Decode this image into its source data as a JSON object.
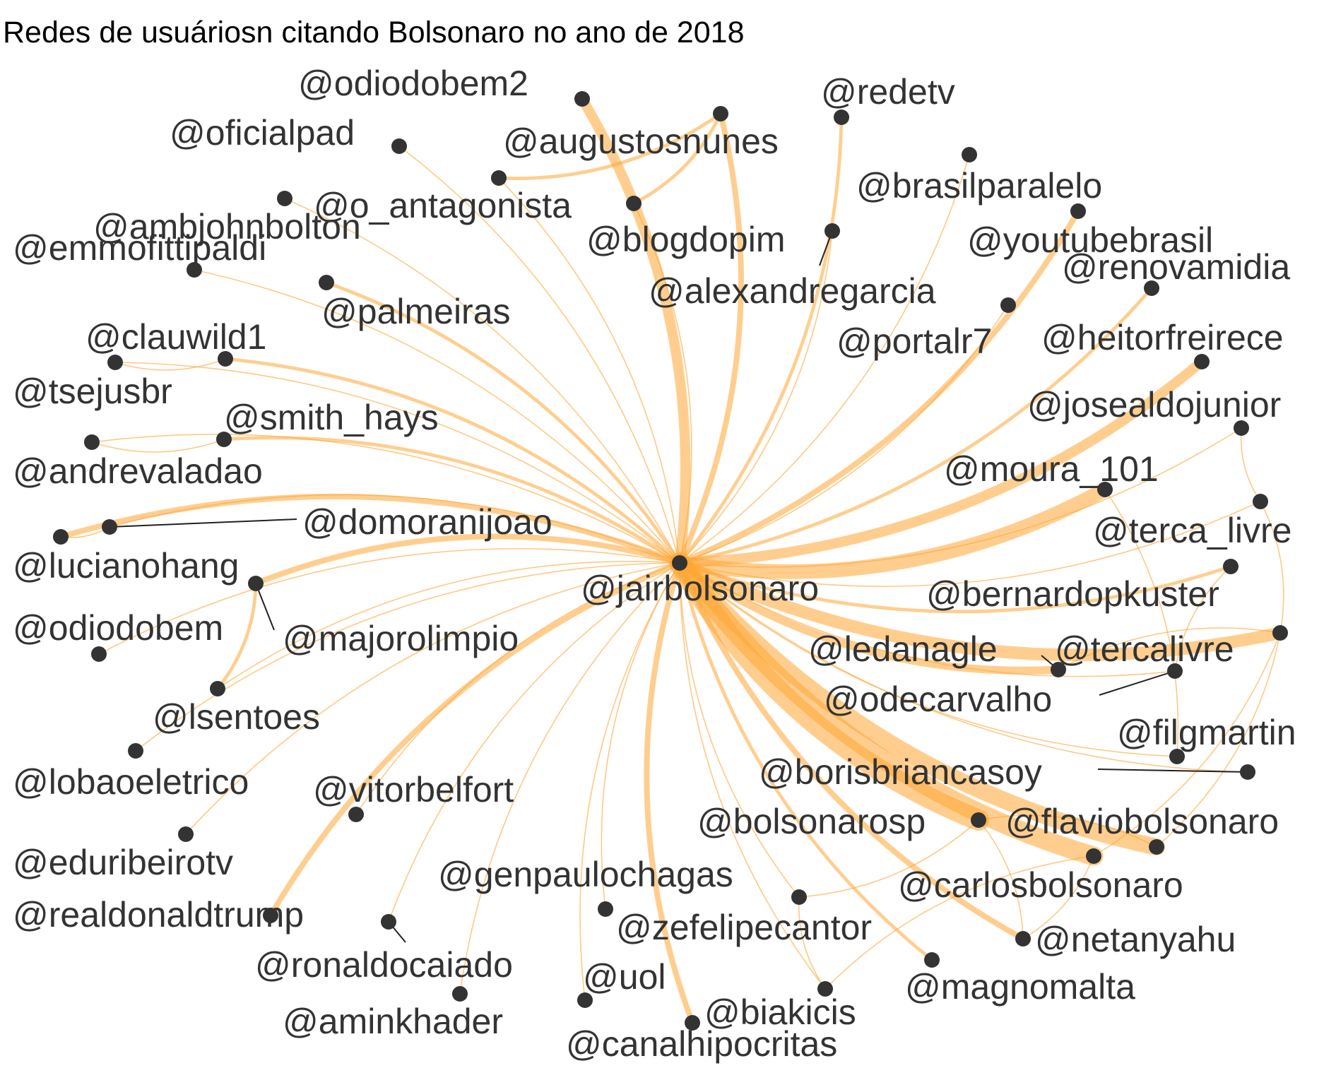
{
  "chart_data": {
    "type": "network",
    "title": "Redes de usuáriosn citando Bolsonaro no ano de 2018",
    "edge_color": "#ffa533",
    "node_color": "#333333",
    "label_color": "#333333",
    "center_node": "@jairbolsonaro",
    "nodes": [
      {
        "id": "@jairbolsonaro",
        "label": "@jairbolsonaro"
      },
      {
        "id": "@odiodobem2",
        "label": "@odiodobem2"
      },
      {
        "id": "@augustosnunes",
        "label": "@augustosnunes"
      },
      {
        "id": "@redetv",
        "label": "@redetv"
      },
      {
        "id": "@oficialpad",
        "label": "@oficialpad"
      },
      {
        "id": "@o_antagonista",
        "label": "@o_antagonista"
      },
      {
        "id": "@brasilparalelo",
        "label": "@brasilparalelo"
      },
      {
        "id": "@ambjohnbolton",
        "label": "@ambjohnbolton"
      },
      {
        "id": "@emmofittipaldi",
        "label": "@emmofittipaldi"
      },
      {
        "id": "@blogdopim",
        "label": "@blogdopim"
      },
      {
        "id": "@youtubebrasil",
        "label": "@youtubebrasil"
      },
      {
        "id": "@renovamidia",
        "label": "@renovamidia"
      },
      {
        "id": "@palmeiras",
        "label": "@palmeiras"
      },
      {
        "id": "@alexandregarcia",
        "label": "@alexandregarcia"
      },
      {
        "id": "@portalr7",
        "label": "@portalr7"
      },
      {
        "id": "@clauwild1",
        "label": "@clauwild1"
      },
      {
        "id": "@heitorfreirece",
        "label": "@heitorfreirece"
      },
      {
        "id": "@tsejusbr",
        "label": "@tsejusbr"
      },
      {
        "id": "@josealdojunior",
        "label": "@josealdojunior"
      },
      {
        "id": "@smith_hays",
        "label": "@smith_hays"
      },
      {
        "id": "@andrevaladao",
        "label": "@andrevaladao"
      },
      {
        "id": "@moura_101",
        "label": "@moura_101"
      },
      {
        "id": "@domoranijoao",
        "label": "@domoranijoao"
      },
      {
        "id": "@terca_livre",
        "label": "@terca_livre"
      },
      {
        "id": "@lucianohang",
        "label": "@lucianohang"
      },
      {
        "id": "@bernardopkuster",
        "label": "@bernardopkuster"
      },
      {
        "id": "@odiodobem",
        "label": "@odiodobem"
      },
      {
        "id": "@majorolimpio",
        "label": "@majorolimpio"
      },
      {
        "id": "@ledanagle",
        "label": "@ledanagle"
      },
      {
        "id": "@tercalivre",
        "label": "@tercalivre"
      },
      {
        "id": "@odecarvalho",
        "label": "@odecarvalho"
      },
      {
        "id": "@lsentoes",
        "label": "@lsentoes"
      },
      {
        "id": "@filgmartin",
        "label": "@filgmartin"
      },
      {
        "id": "@lobaoeletrico",
        "label": "@lobaoeletrico"
      },
      {
        "id": "@borisbriancasoy",
        "label": "@borisbriancasoy"
      },
      {
        "id": "@vitorbelfort",
        "label": "@vitorbelfort"
      },
      {
        "id": "@bolsonarosp",
        "label": "@bolsonarosp"
      },
      {
        "id": "@flaviobolsonaro",
        "label": "@flaviobolsonaro"
      },
      {
        "id": "@eduribeirotv",
        "label": "@eduribeirotv"
      },
      {
        "id": "@genpaulochagas",
        "label": "@genpaulochagas"
      },
      {
        "id": "@carlosbolsonaro",
        "label": "@carlosbolsonaro"
      },
      {
        "id": "@realdonaldtrump",
        "label": "@realdonaldtrump"
      },
      {
        "id": "@zefelipecantor",
        "label": "@zefelipecantor"
      },
      {
        "id": "@netanyahu",
        "label": "@netanyahu"
      },
      {
        "id": "@ronaldocaiado",
        "label": "@ronaldocaiado"
      },
      {
        "id": "@uol",
        "label": "@uol"
      },
      {
        "id": "@magnomalta",
        "label": "@magnomalta"
      },
      {
        "id": "@aminkhader",
        "label": "@aminkhader"
      },
      {
        "id": "@biakicis",
        "label": "@biakicis"
      },
      {
        "id": "@canalhipocritas",
        "label": "@canalhipocritas"
      }
    ],
    "edges": [
      {
        "source": "@jairbolsonaro",
        "target": "@bolsonarosp",
        "weight": 10
      },
      {
        "source": "@jairbolsonaro",
        "target": "@carlosbolsonaro",
        "weight": 9
      },
      {
        "source": "@jairbolsonaro",
        "target": "@flaviobolsonaro",
        "weight": 8
      },
      {
        "source": "@jairbolsonaro",
        "target": "@moura_101",
        "weight": 7
      },
      {
        "source": "@jairbolsonaro",
        "target": "@tercalivre",
        "weight": 6
      },
      {
        "source": "@jairbolsonaro",
        "target": "@heitorfreirece",
        "weight": 5
      },
      {
        "source": "@jairbolsonaro",
        "target": "@odiodobem2",
        "weight": 5
      },
      {
        "source": "@jairbolsonaro",
        "target": "@ledanagle",
        "weight": 4
      },
      {
        "source": "@jairbolsonaro",
        "target": "@netanyahu",
        "weight": 3
      },
      {
        "source": "@jairbolsonaro",
        "target": "@odiodobem",
        "weight": 3
      },
      {
        "source": "@jairbolsonaro",
        "target": "@lucianohang",
        "weight": 3
      },
      {
        "source": "@jairbolsonaro",
        "target": "@realdonaldtrump",
        "weight": 3
      },
      {
        "source": "@jairbolsonaro",
        "target": "@youtubebrasil",
        "weight": 3
      },
      {
        "source": "@jairbolsonaro",
        "target": "@augustosnunes",
        "weight": 3
      },
      {
        "source": "@jairbolsonaro",
        "target": "@canalhipocritas",
        "weight": 3
      },
      {
        "source": "@jairbolsonaro",
        "target": "@redetv",
        "weight": 2
      },
      {
        "source": "@jairbolsonaro",
        "target": "@renovamidia",
        "weight": 2
      },
      {
        "source": "@jairbolsonaro",
        "target": "@magnomalta",
        "weight": 2
      },
      {
        "source": "@jairbolsonaro",
        "target": "@clauwild1",
        "weight": 2
      },
      {
        "source": "@jairbolsonaro",
        "target": "@smith_hays",
        "weight": 2
      },
      {
        "source": "@jairbolsonaro",
        "target": "@palmeiras",
        "weight": 2
      },
      {
        "source": "@jairbolsonaro",
        "target": "@bernardopkuster",
        "weight": 2
      },
      {
        "source": "@jairbolsonaro",
        "target": "@filgmartin",
        "weight": 1
      },
      {
        "source": "@jairbolsonaro",
        "target": "@portalr7",
        "weight": 1
      },
      {
        "source": "@jairbolsonaro",
        "target": "@alexandregarcia",
        "weight": 1
      },
      {
        "source": "@jairbolsonaro",
        "target": "@brasilparalelo",
        "weight": 1
      },
      {
        "source": "@jairbolsonaro",
        "target": "@blogdopim",
        "weight": 1
      },
      {
        "source": "@jairbolsonaro",
        "target": "@o_antagonista",
        "weight": 1
      },
      {
        "source": "@jairbolsonaro",
        "target": "@oficialpad",
        "weight": 1
      },
      {
        "source": "@jairbolsonaro",
        "target": "@ambjohnbolton",
        "weight": 1
      },
      {
        "source": "@jairbolsonaro",
        "target": "@emmofittipaldi",
        "weight": 1
      },
      {
        "source": "@jairbolsonaro",
        "target": "@tsejusbr",
        "weight": 1
      },
      {
        "source": "@jairbolsonaro",
        "target": "@andrevaladao",
        "weight": 1
      },
      {
        "source": "@jairbolsonaro",
        "target": "@domoranijoao",
        "weight": 1
      },
      {
        "source": "@jairbolsonaro",
        "target": "@majorolimpio",
        "weight": 1
      },
      {
        "source": "@jairbolsonaro",
        "target": "@lsentoes",
        "weight": 1
      },
      {
        "source": "@jairbolsonaro",
        "target": "@lobaoeletrico",
        "weight": 1
      },
      {
        "source": "@jairbolsonaro",
        "target": "@vitorbelfort",
        "weight": 1
      },
      {
        "source": "@jairbolsonaro",
        "target": "@eduribeirotv",
        "weight": 1
      },
      {
        "source": "@jairbolsonaro",
        "target": "@ronaldocaiado",
        "weight": 1
      },
      {
        "source": "@jairbolsonaro",
        "target": "@aminkhader",
        "weight": 1
      },
      {
        "source": "@jairbolsonaro",
        "target": "@uol",
        "weight": 1
      },
      {
        "source": "@jairbolsonaro",
        "target": "@genpaulochagas",
        "weight": 1
      },
      {
        "source": "@jairbolsonaro",
        "target": "@zefelipecantor",
        "weight": 1
      },
      {
        "source": "@jairbolsonaro",
        "target": "@biakicis",
        "weight": 1
      },
      {
        "source": "@jairbolsonaro",
        "target": "@josealdojunior",
        "weight": 1
      },
      {
        "source": "@jairbolsonaro",
        "target": "@terca_livre",
        "weight": 1
      },
      {
        "source": "@jairbolsonaro",
        "target": "@odecarvalho",
        "weight": 1
      },
      {
        "source": "@jairbolsonaro",
        "target": "@borisbriancasoy",
        "weight": 1
      },
      {
        "source": "@augustosnunes",
        "target": "@o_antagonista",
        "weight": 2
      },
      {
        "source": "@augustosnunes",
        "target": "@blogdopim",
        "weight": 2
      },
      {
        "source": "@odiodobem",
        "target": "@lsentoes",
        "weight": 2
      },
      {
        "source": "@clauwild1",
        "target": "@tsejusbr",
        "weight": 1
      },
      {
        "source": "@smith_hays",
        "target": "@andrevaladao",
        "weight": 1
      },
      {
        "source": "@domoranijoao",
        "target": "@lucianohang",
        "weight": 1
      },
      {
        "source": "@terca_livre",
        "target": "@josealdojunior",
        "weight": 1
      },
      {
        "source": "@terca_livre",
        "target": "@tercalivre",
        "weight": 1
      },
      {
        "source": "@tercalivre",
        "target": "@flaviobolsonaro",
        "weight": 1
      },
      {
        "source": "@tercalivre",
        "target": "@carlosbolsonaro",
        "weight": 1
      },
      {
        "source": "@moura_101",
        "target": "@filgmartin",
        "weight": 1
      },
      {
        "source": "@bolsonarosp",
        "target": "@flaviobolsonaro",
        "weight": 1
      },
      {
        "source": "@bolsonarosp",
        "target": "@netanyahu",
        "weight": 1
      },
      {
        "source": "@bolsonarosp",
        "target": "@zefelipecantor",
        "weight": 1
      },
      {
        "source": "@biakicis",
        "target": "@zefelipecantor",
        "weight": 1
      },
      {
        "source": "@biakicis",
        "target": "@carlosbolsonaro",
        "weight": 1
      },
      {
        "source": "@carlosbolsonaro",
        "target": "@netanyahu",
        "weight": 1
      },
      {
        "source": "@odecarvalho",
        "target": "@bernardopkuster",
        "weight": 1
      },
      {
        "source": "@ledanagle",
        "target": "@tercalivre",
        "weight": 1
      }
    ]
  }
}
